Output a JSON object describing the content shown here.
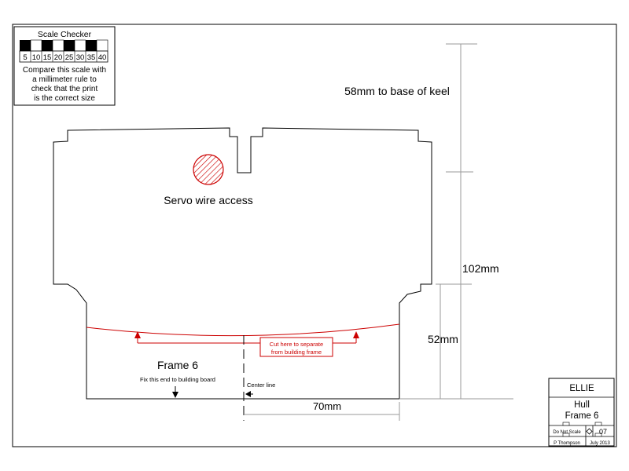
{
  "scale_checker": {
    "title": "Scale Checker",
    "ticks": [
      "5",
      "10",
      "15",
      "20",
      "25",
      "30",
      "35",
      "40"
    ],
    "note_lines": [
      "Compare this scale with",
      "a millimeter rule to",
      "check that the print",
      "is the correct size"
    ]
  },
  "annotations": {
    "keel_base": "58mm to base of keel",
    "total_height": "102mm",
    "lower_height": "52mm",
    "servo_access": "Servo wire access",
    "frame_label": "Frame 6",
    "fix_end": "Fix this end to building board",
    "center_line": "Center line",
    "half_width": "70mm",
    "cut_note_line1": "Cut here to separate",
    "cut_note_line2": "from building frame"
  },
  "title_block": {
    "project": "ELLIE",
    "part": "Hull",
    "frame": "Frame 6",
    "scale_note": "Do Not Scale",
    "sheet_number": "07",
    "author": "P Thompson",
    "date": "July 2013"
  },
  "colors": {
    "line": "#000000",
    "dimension": "#9a9a9a",
    "cut": "#cc0000",
    "hatch": "#cc0000"
  }
}
